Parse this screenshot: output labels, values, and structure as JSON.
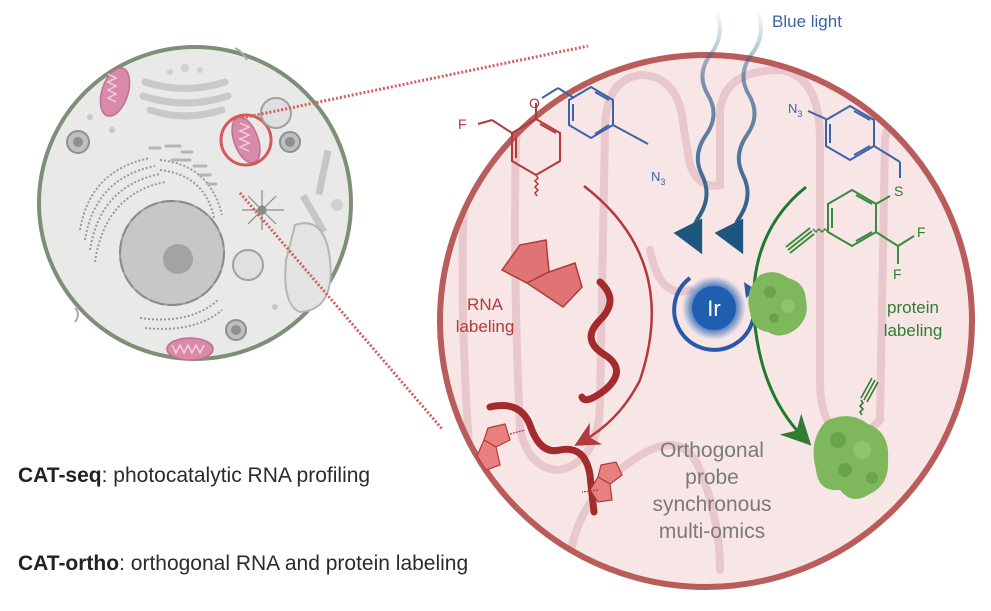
{
  "figure": {
    "captions": [
      {
        "term": "CAT-seq",
        "separator": ": ",
        "description": "photocatalytic RNA profiling"
      },
      {
        "term": "CAT-ortho",
        "separator": ": ",
        "description": "orthogonal RNA and protein labeling"
      }
    ],
    "labels": {
      "blue_light": "Blue light",
      "catalyst": "Ir",
      "rna_labeling_line1": "RNA",
      "rna_labeling_line2": "labeling",
      "protein_labeling_line1": "protein",
      "protein_labeling_line2": "labeling",
      "center_line1": "Orthogonal",
      "center_line2": "probe",
      "center_line3": "synchronous",
      "center_line4": "multi-omics"
    },
    "chem_atoms": {
      "rna_probe_o": "O",
      "rna_probe_f": "F",
      "rna_probe_n3": "N",
      "rna_probe_n3_sub": "3",
      "protein_probe_n3": "N",
      "protein_probe_n3_sub": "3",
      "protein_probe_s": "S",
      "protein_probe_f1": "F",
      "protein_probe_f2": "F"
    },
    "colors": {
      "rna": "#b23a3a",
      "protein": "#2e7d32",
      "light": "#2a5d8a",
      "azide": "#3b64a8",
      "mito_border": "#b85c5c",
      "mito_fill": "#f8e6e6",
      "cristae": "#e8c8cc",
      "center_text": "#7a7a7a",
      "cell_fill": "#e9eae8",
      "cell_border": "#7d8f76"
    }
  }
}
